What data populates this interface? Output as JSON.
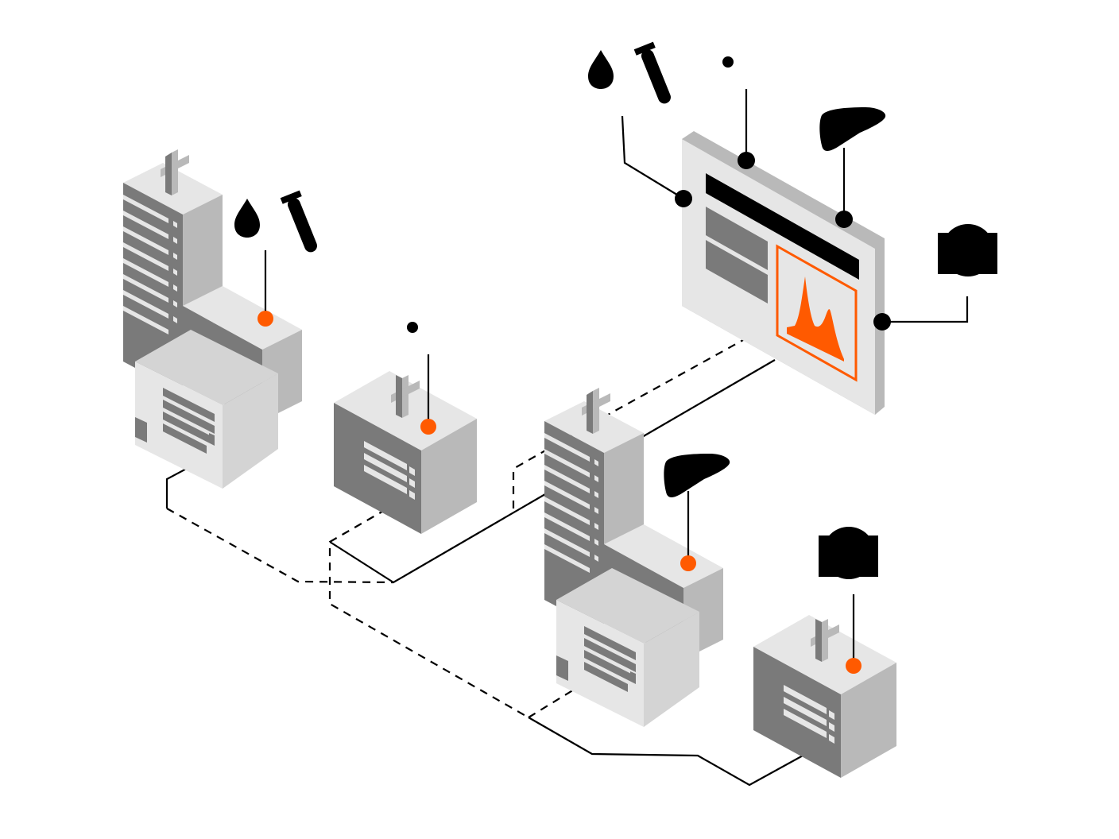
{
  "colors": {
    "accent": "#ff5a00",
    "accent_light": "#ffd2bd",
    "ink": "#000000",
    "gray_dark": "#7a7a7a",
    "gray_mid": "#b9b9b9",
    "gray_light": "#e6e6e6",
    "paper": "#ffffff"
  },
  "buildings": [
    {
      "id": "large-hospital-top-left",
      "type": "large-hospital",
      "attached_icon": "blood-test-icon"
    },
    {
      "id": "clinic-middle",
      "type": "clinic",
      "attached_icon": "stethoscope-icon"
    },
    {
      "id": "large-hospital-center",
      "type": "large-hospital",
      "attached_icon": "liver-icon"
    },
    {
      "id": "clinic-bottom-right",
      "type": "clinic",
      "attached_icon": "mri-scanner-icon"
    }
  ],
  "dashboard": {
    "panel_icon": "dashboard-panel",
    "chart_icon": "peak-chart-icon",
    "inputs": [
      "blood-test-icon",
      "stethoscope-icon",
      "liver-icon",
      "mri-scanner-icon"
    ]
  }
}
